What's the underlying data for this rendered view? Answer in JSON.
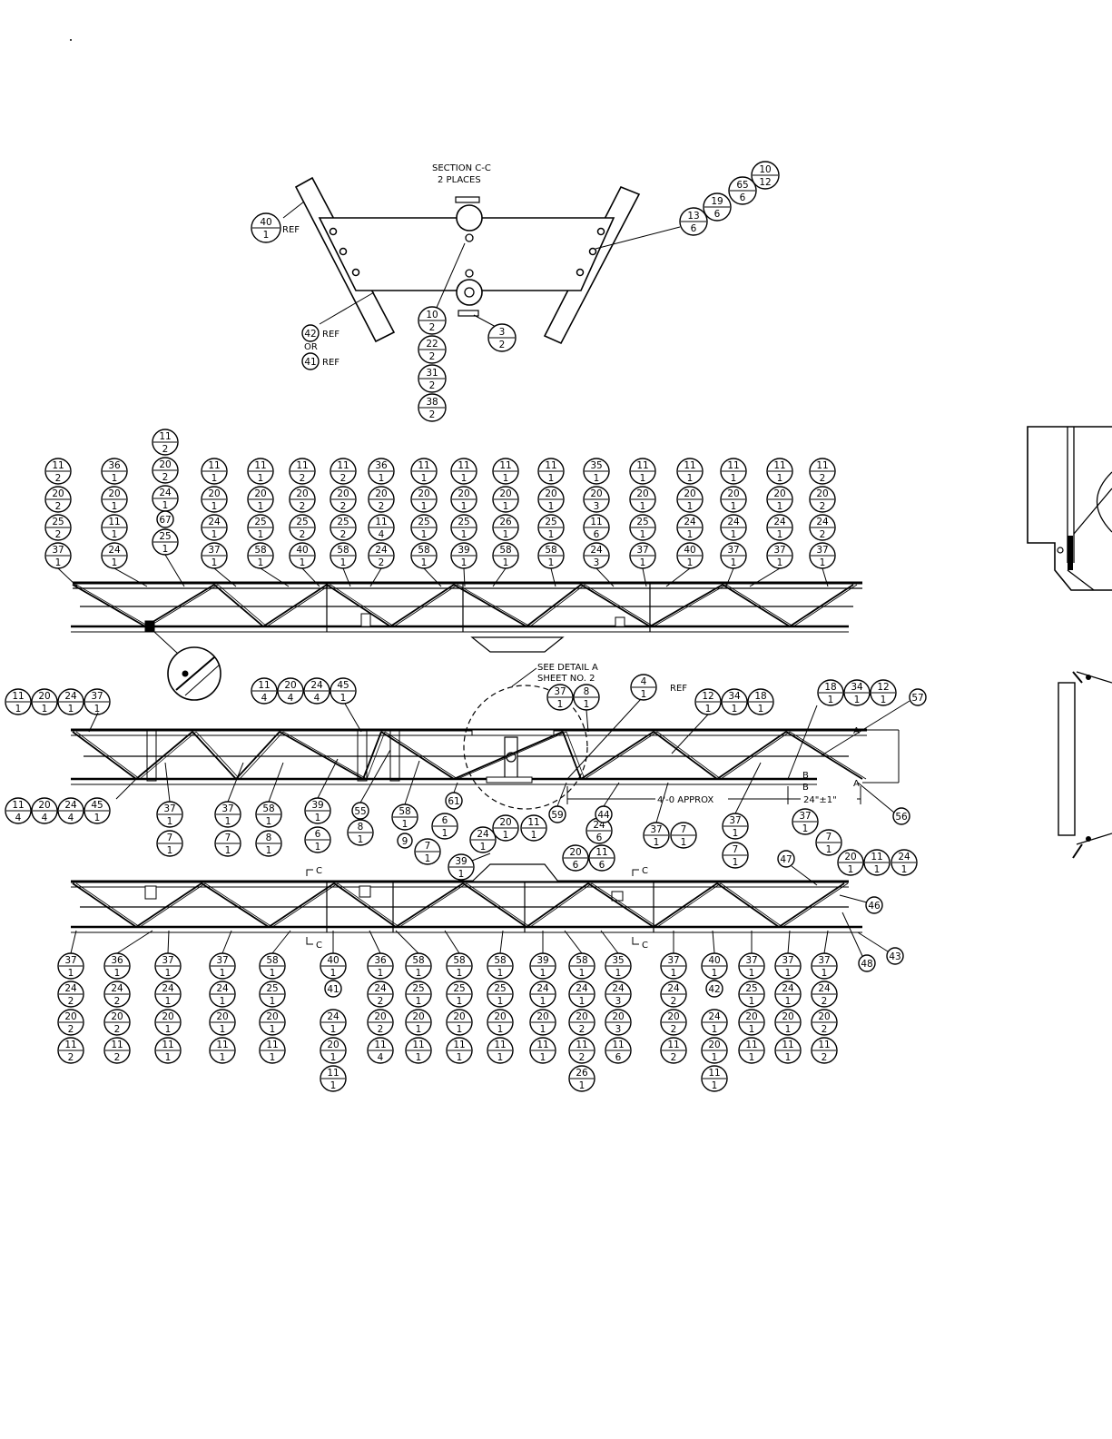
{
  "section_cc": {
    "title": "SECTION C-C",
    "subtitle": "2 PLACES",
    "callouts": {
      "c40": {
        "top": "40",
        "bottom": "1"
      },
      "c10a": {
        "top": "10",
        "bottom": "12"
      },
      "c65": {
        "top": "65",
        "bottom": "6"
      },
      "c19": {
        "top": "19",
        "bottom": "6"
      },
      "c13": {
        "top": "13",
        "bottom": "6"
      },
      "c10b": {
        "top": "10",
        "bottom": "2"
      },
      "c22": {
        "top": "22",
        "bottom": "2"
      },
      "c31": {
        "top": "31",
        "bottom": "2"
      },
      "c38": {
        "top": "38",
        "bottom": "2"
      },
      "c3": {
        "top": "3",
        "bottom": "2"
      }
    },
    "single": {
      "s42": "42",
      "s41": "41"
    },
    "text": {
      "ref": "REF",
      "or": "OR"
    }
  },
  "top_truss": {
    "columns": [
      [
        "11/2",
        "20/2",
        "25/2",
        "37/1"
      ],
      [
        "36/1",
        "20/1",
        "11/1",
        "24/1"
      ],
      [
        "11/2",
        "20/2",
        "24/1",
        "67",
        "25/1"
      ],
      [
        "11/1",
        "20/1",
        "24/1",
        "37/1"
      ],
      [
        "11/1",
        "20/1",
        "25/1",
        "58/1"
      ],
      [
        "11/2",
        "20/2",
        "25/2",
        "40/1"
      ],
      [
        "11/2",
        "20/2",
        "25/2",
        "58/1"
      ],
      [
        "36/1",
        "20/2",
        "11/4",
        "24/2"
      ],
      [
        "11/1",
        "20/1",
        "25/1",
        "58/1"
      ],
      [
        "11/1",
        "20/1",
        "25/1",
        "39/1"
      ],
      [
        "11/1",
        "20/1",
        "26/1",
        "58/1"
      ],
      [
        "11/1",
        "20/1",
        "25/1",
        "58/1"
      ],
      [
        "35/1",
        "20/3",
        "11/6",
        "24/3"
      ],
      [
        "11/1",
        "20/1",
        "25/1",
        "37/1"
      ],
      [
        "11/1",
        "20/1",
        "24/1",
        "40/1"
      ],
      [
        "11/1",
        "20/1",
        "24/1",
        "37/1"
      ],
      [
        "11/1",
        "20/1",
        "24/1",
        "37/1"
      ],
      [
        "11/2",
        "20/2",
        "24/2",
        "37/1"
      ]
    ]
  },
  "middle_truss": {
    "notes": {
      "detail_line1": "SEE DETAIL A",
      "detail_line2": "SHEET NO. 2",
      "ref": "REF",
      "dim_approx": "4'-0 APPROX",
      "dim_24": "24\"±1\"",
      "sec_a": "A",
      "sec_b": "B"
    },
    "groups_top": [
      [
        "11/1",
        "20/1",
        "24/1",
        "37/1"
      ],
      [
        "11/4",
        "20/4",
        "24/4",
        "45/1"
      ],
      [
        "37/1",
        "8/1"
      ],
      [
        "4/1"
      ],
      [
        "12/1",
        "34/1",
        "18/1"
      ],
      [
        "18/1",
        "34/1",
        "12/1"
      ]
    ],
    "groups_bottom": [
      [
        "11/4",
        "20/4",
        "24/4",
        "45/1"
      ],
      [
        "37/1",
        "7/1"
      ],
      [
        "37/1",
        "7/1"
      ],
      [
        "58/1",
        "8/1"
      ],
      [
        "39/1",
        "6/1"
      ],
      [
        "55",
        "8/1"
      ],
      [
        "58/1",
        "9"
      ],
      [
        "6/1",
        "7/1"
      ],
      [
        "24/1",
        "20/1",
        "11/1"
      ],
      [
        "24/6",
        "20/6",
        "11/6"
      ],
      [
        "37/1",
        "7/1"
      ],
      [
        "37/1",
        "7/1"
      ],
      [
        "37/1",
        "7/1"
      ],
      [
        "20/1",
        "11/1",
        "24/1"
      ],
      [
        "39/1"
      ]
    ],
    "singles": [
      "57",
      "61",
      "59",
      "44",
      "56"
    ]
  },
  "bottom_truss": {
    "section_mark": "C",
    "singles": [
      "47",
      "46",
      "43",
      "48"
    ],
    "columns": [
      [
        "37/1",
        "24/2",
        "20/2",
        "11/2"
      ],
      [
        "36/1",
        "24/2",
        "20/2",
        "11/2"
      ],
      [
        "37/1",
        "24/1",
        "20/1",
        "11/1"
      ],
      [
        "37/1",
        "24/1",
        "20/1",
        "11/1"
      ],
      [
        "58/1",
        "25/1",
        "20/1",
        "11/1"
      ],
      [
        "40/1",
        "41",
        "24/1",
        "20/1",
        "11/1"
      ],
      [
        "36/1",
        "24/2",
        "20/2",
        "11/4"
      ],
      [
        "58/1",
        "25/1",
        "20/1",
        "11/1"
      ],
      [
        "58/1",
        "25/1",
        "20/1",
        "11/1"
      ],
      [
        "58/1",
        "25/1",
        "20/1",
        "11/1"
      ],
      [
        "39/1",
        "24/1",
        "20/1",
        "11/1"
      ],
      [
        "58/1",
        "24/1",
        "20/2",
        "11/2",
        "26/1"
      ],
      [
        "35/1",
        "24/3",
        "20/3",
        "11/6"
      ],
      [
        "37/1",
        "24/2",
        "20/2",
        "11/2"
      ],
      [
        "40/1",
        "42",
        "24/1",
        "20/1",
        "11/1"
      ],
      [
        "37/1",
        "25/1",
        "20/1",
        "11/1"
      ],
      [
        "37/1",
        "24/1",
        "20/1",
        "11/1"
      ],
      [
        "37/1",
        "24/2",
        "20/2",
        "11/2"
      ]
    ]
  }
}
